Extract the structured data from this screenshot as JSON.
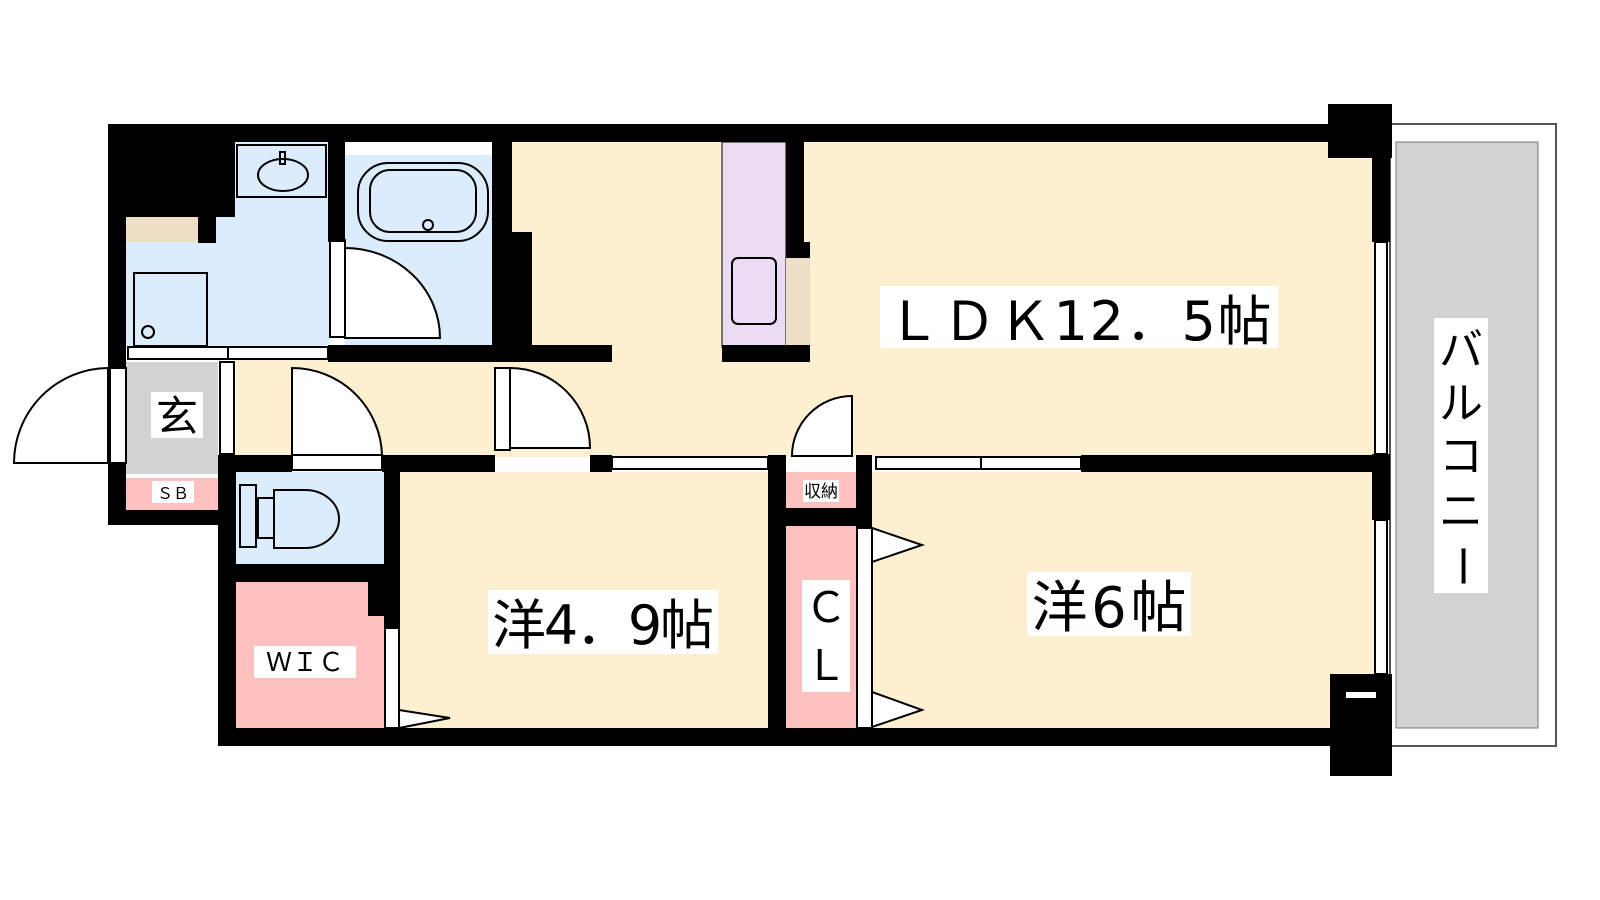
{
  "rooms": {
    "ldk": "ＬＤＫ12．5帖",
    "western1": "洋4．9帖",
    "western2": "洋6帖",
    "entrance": "玄",
    "shoebox": "ＳＢ",
    "wic": "ＷＩＣ",
    "storage": "収納",
    "closet_c": "Ｃ",
    "closet_l": "Ｌ",
    "balcony": [
      "バ",
      "ル",
      "コ",
      "ニ",
      "ー"
    ]
  },
  "colors": {
    "wall": "#000000",
    "living": "#fdf0d0",
    "wet": "#dbecfd",
    "storage": "#ffc0c0",
    "kitchen": "#eadcf2",
    "entrance": "#d3d3d3",
    "balcony": "#d2d2d2"
  }
}
